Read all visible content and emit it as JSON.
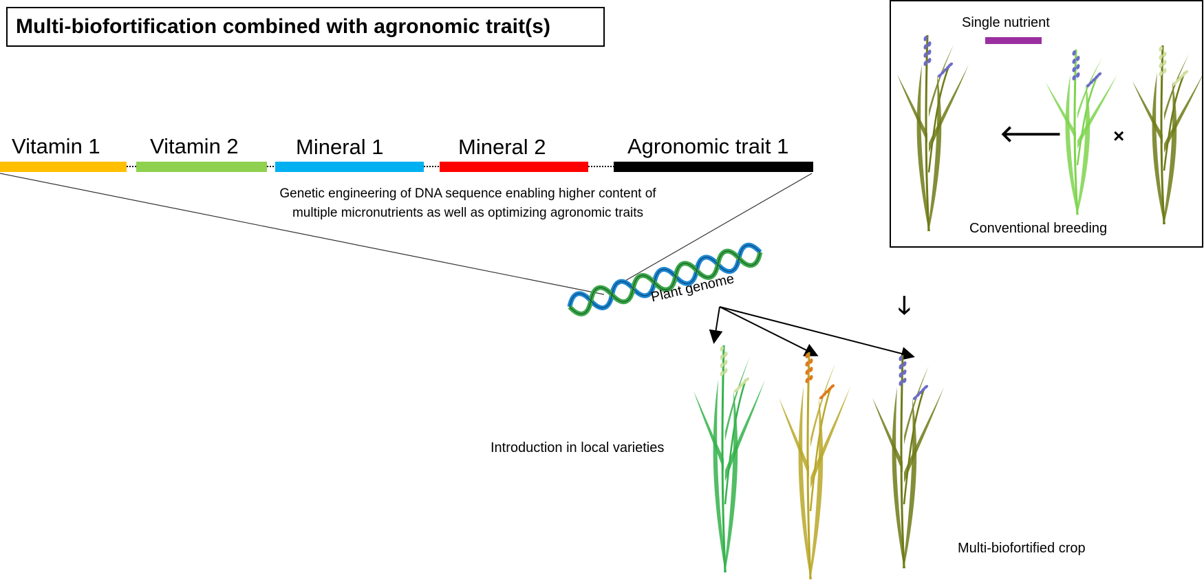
{
  "title": "Multi-biofortification combined with agronomic trait(s)",
  "genes": [
    {
      "label": "Vitamin 1",
      "color": "#FFBF00"
    },
    {
      "label": "Vitamin 2",
      "color": "#8FD14F"
    },
    {
      "label": "Mineral 1",
      "color": "#00B0F0"
    },
    {
      "label": "Mineral 2",
      "color": "#FF0000"
    },
    {
      "label": "Agronomic trait 1",
      "color": "#000000"
    }
  ],
  "caption": "Genetic engineering of DNA sequence enabling higher content of multiple micronutrients as well as optimizing agronomic traits",
  "genome_label": "Plant genome",
  "local_varieties_label": "Introduction in local varieties",
  "crop_label": "Multi-biofortified crop",
  "inset": {
    "legend_label": "Single nutrient",
    "legend_color": "#9B2FA0",
    "footer_label": "Conventional breeding",
    "arrow_symbol": "🡐",
    "cross_symbol": "×"
  },
  "down_arrow_symbol": "🡓",
  "plant_colors": {
    "olive": "#6E7A16",
    "green": "#34B24A",
    "light_green": "#7ED34E",
    "gold": "#B9A728",
    "grain_blue": "#6C6CC8",
    "grain_orange": "#E07A1E",
    "grain_pale": "#CFE0A0"
  }
}
